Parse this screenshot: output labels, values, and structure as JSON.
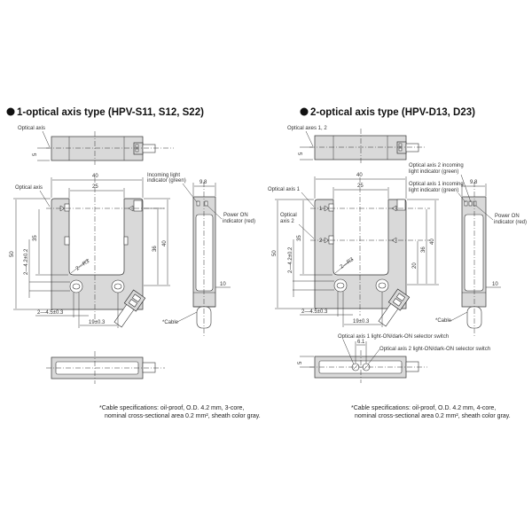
{
  "left": {
    "title": "1-optical axis type (HPV-S11, S12, S22)",
    "labels": {
      "optical_axis_top": "Optical axis",
      "optical_axis": "Optical axis",
      "incoming_light": "Incoming light",
      "incoming_light2": "indicator (green)",
      "power_on": "Power ON",
      "power_on2": "indicator (red)",
      "cable": "*Cable"
    },
    "dims": {
      "d5": "5",
      "d40": "40",
      "d25": "25",
      "d50": "50",
      "d35": "35",
      "d36": "36",
      "d40v": "40",
      "r3": "2—R3",
      "d42": "2—4.2±0.2",
      "d45": "2—4.5±0.3",
      "d19": "19±0.3",
      "d98": "9.8",
      "d10": "10"
    },
    "note1": "*Cable specifications: oil-proof, O.D. 4.2 mm, 3-core,",
    "note2": "nominal cross-sectional area 0.2 mm², sheath color gray."
  },
  "right": {
    "title": "2-optical axis type (HPV-D13, D23)",
    "labels": {
      "optical_axes_top": "Optical axes 1, 2",
      "optical_axis1": "Optical axis 1",
      "optical_axis2a": "Optical",
      "optical_axis2b": "axis 2",
      "ax2_incoming": "Optical axis 2 incoming",
      "ax2_incoming2": "light indicator (green)",
      "ax1_incoming": "Optical axis 1 incoming",
      "ax1_incoming2": "light indicator (green)",
      "power_on": "Power ON",
      "power_on2": "indicator (red)",
      "cable": "*Cable",
      "switch1": "Optical axis 1 light-ON/dark-ON selector switch",
      "switch2": "Optical axis 2 light-ON/dark-ON selector switch"
    },
    "dims": {
      "d5": "5",
      "d40": "40",
      "d25": "25",
      "d50": "50",
      "d35": "35",
      "d36": "36",
      "d40v": "40",
      "d20": "20",
      "r3": "2—R3",
      "d42": "2—4.2±0.2",
      "d45": "2—4.5±0.3",
      "d19": "19±0.3",
      "d98": "9.8",
      "d10": "10",
      "d61": "6.1",
      "m1": "1",
      "m2": "2",
      "d5b": "5"
    },
    "note1": "*Cable specifications: oil-proof, O.D. 4.2 mm, 4-core,",
    "note2": "nominal cross-sectional area 0.2 mm², sheath color gray."
  },
  "colors": {
    "body": "#d9d9d9",
    "line": "#333333"
  }
}
